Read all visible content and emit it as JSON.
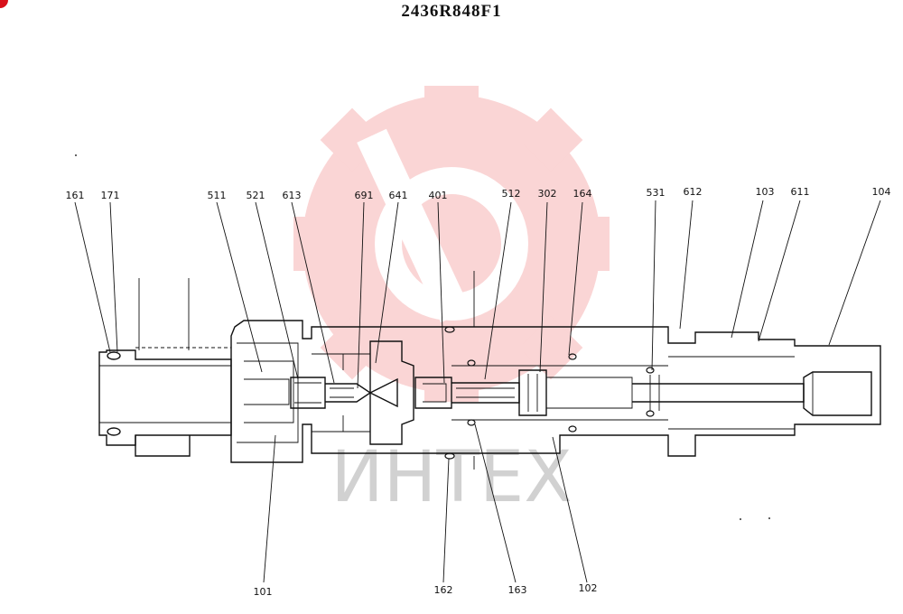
{
  "title": "2436R848F1",
  "watermark": "ИНТЕХ",
  "colors": {
    "watermark_logo": "#f5a3a3",
    "watermark_text": "#9a9a9a",
    "badge": "#d8101a",
    "line": "#111111"
  },
  "labels": {
    "top": [
      "161",
      "171",
      "511",
      "521",
      "613",
      "691",
      "641",
      "401",
      "512",
      "302",
      "164",
      "531",
      "612",
      "103",
      "611",
      "104"
    ],
    "bottom": [
      "101",
      "162",
      "163",
      "102"
    ]
  }
}
